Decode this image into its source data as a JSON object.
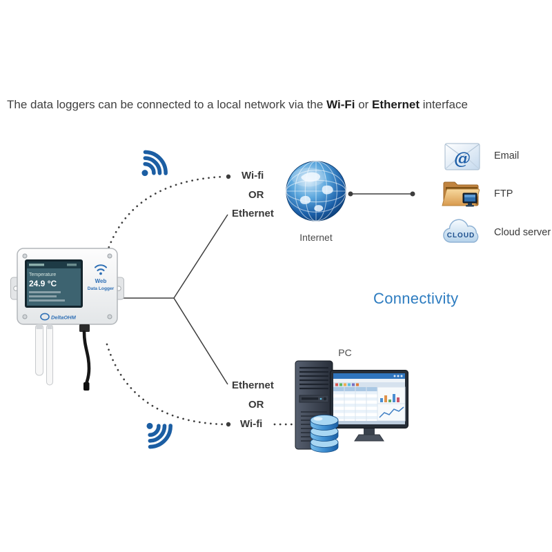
{
  "title": {
    "pre": "The data loggers can be connected to a local network via the ",
    "bold1": "Wi-Fi",
    "mid": " or ",
    "bold2": "Ethernet",
    "post": " interface"
  },
  "connection_labels": {
    "top": {
      "wifi": "Wi-fi",
      "or": "OR",
      "ethernet": "Ethernet"
    },
    "bottom": {
      "ethernet": "Ethernet",
      "or": "OR",
      "wifi": "Wi-fi"
    }
  },
  "internet_label": "Internet",
  "pc_label": "PC",
  "connectivity_label": "Connectivity",
  "services": [
    {
      "name": "email",
      "label": "Email"
    },
    {
      "name": "ftp",
      "label": "FTP"
    },
    {
      "name": "cloud",
      "label": "Cloud server"
    }
  ],
  "cloud_icon_text": "CLOUD",
  "email_icon_glyph": "@",
  "device": {
    "display": {
      "parameter": "Temperature",
      "value": "24.9 °C"
    },
    "label_line1": "Web",
    "label_line2": "Data Logger",
    "logo_text": "DeltaOHM"
  },
  "colors": {
    "accent_blue": "#2d7cc0",
    "wifi_blue": "#1c5ea3",
    "line": "#3d3d3d"
  }
}
